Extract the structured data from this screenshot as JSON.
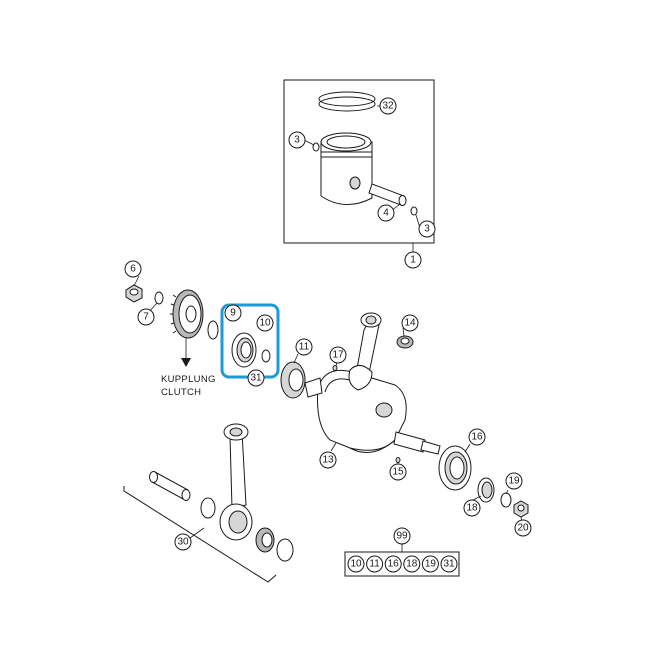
{
  "callouts": {
    "c1": "1",
    "c3a": "3",
    "c3b": "3",
    "c4": "4",
    "c6": "6",
    "c7": "7",
    "c9": "9",
    "c10": "10",
    "c11": "11",
    "c13": "13",
    "c14": "14",
    "c15": "15",
    "c16": "16",
    "c17": "17",
    "c18": "18",
    "c19": "19",
    "c20": "20",
    "c30": "30",
    "c31": "31",
    "c32": "32",
    "c99": "99"
  },
  "kit_items": [
    "10",
    "11",
    "16",
    "18",
    "19",
    "31"
  ],
  "notes": {
    "clutch_de": "KUPPLUNG",
    "clutch_en": "CLUTCH"
  },
  "colors": {
    "highlight": "#1f9ad6",
    "line": "#1a1a1a"
  }
}
